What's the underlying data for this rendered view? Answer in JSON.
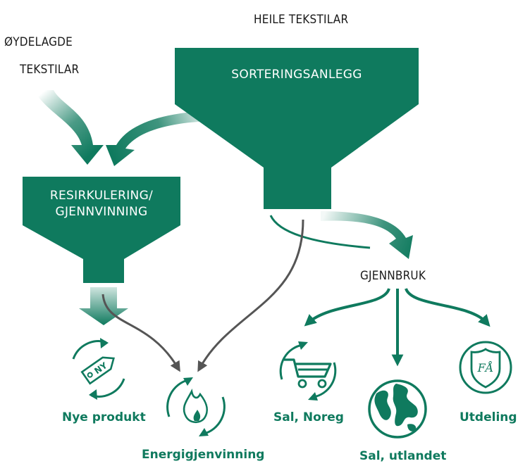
{
  "sources": {
    "whole": "HEILE TEKSTILAR",
    "damaged_line1": "ØYDELAGDE",
    "damaged_line2": "TEKSTILAR"
  },
  "funnels": {
    "sorting": "SORTERINGSANLEGG",
    "recycling_line1": "RESIRKULERING/",
    "recycling_line2": "GJENNVINNING"
  },
  "reuse": "GJENNBRUK",
  "outcomes": {
    "new_products": "Nye produkt",
    "energy": "Energigjenvinning",
    "sale_norway": "Sal, Noreg",
    "sale_abroad": "Sal, utlandet",
    "distribution": "Utdeling"
  },
  "icons": {
    "new_products": "price-tag-icon",
    "new_products_tag_text": "NY",
    "energy": "flame-icon",
    "sale_norway": "shopping-cart-icon",
    "sale_abroad": "globe-icon",
    "distribution": "shield-icon",
    "distribution_glyph": "FÅ"
  },
  "colors": {
    "primary_green": "#0f7a5e",
    "gray_arrow": "#555555",
    "text_dark": "#1a1a1a"
  }
}
